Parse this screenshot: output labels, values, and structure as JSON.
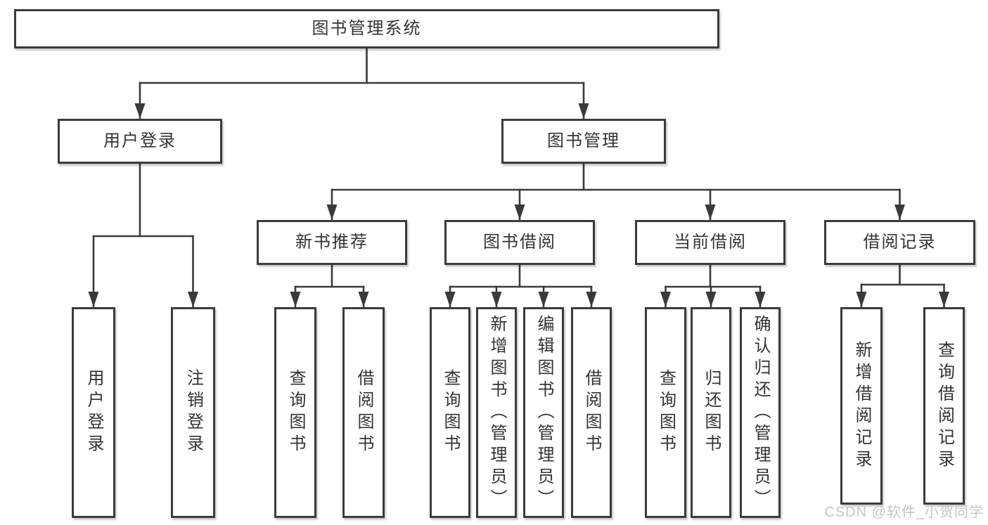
{
  "diagram": {
    "title": "图书管理系统",
    "type": "hierarchy-tree",
    "colors": {
      "line": "#3a3a3a",
      "border": "#3b3b3b",
      "text": "#333333",
      "background": "#ffffff",
      "watermark": "#c6c6c6"
    },
    "nodes": [
      {
        "id": "root",
        "label": "图书管理系统",
        "parent": null
      },
      {
        "id": "user-login",
        "label": "用户登录",
        "parent": "root"
      },
      {
        "id": "book-mgmt",
        "label": "图书管理",
        "parent": "root"
      },
      {
        "id": "login",
        "label": "用户登录",
        "parent": "user-login"
      },
      {
        "id": "logout",
        "label": "注销登录",
        "parent": "user-login"
      },
      {
        "id": "new-book",
        "label": "新书推荐",
        "parent": "book-mgmt"
      },
      {
        "id": "book-borrow",
        "label": "图书借阅",
        "parent": "book-mgmt"
      },
      {
        "id": "current-borrow",
        "label": "当前借阅",
        "parent": "book-mgmt"
      },
      {
        "id": "borrow-record",
        "label": "借阅记录",
        "parent": "book-mgmt"
      },
      {
        "id": "nb-query",
        "label": "查询图书",
        "parent": "new-book"
      },
      {
        "id": "nb-borrow",
        "label": "借阅图书",
        "parent": "new-book"
      },
      {
        "id": "bb-query",
        "label": "查询图书",
        "parent": "book-borrow"
      },
      {
        "id": "bb-add",
        "label": "新增图书（管理员）",
        "parent": "book-borrow"
      },
      {
        "id": "bb-edit",
        "label": "编辑图书（管理员）",
        "parent": "book-borrow"
      },
      {
        "id": "bb-borrow",
        "label": "借阅图书",
        "parent": "book-borrow"
      },
      {
        "id": "cb-query",
        "label": "查询图书",
        "parent": "current-borrow"
      },
      {
        "id": "cb-return",
        "label": "归还图书",
        "parent": "current-borrow"
      },
      {
        "id": "cb-confirm",
        "label": "确认归还（管理员）",
        "parent": "current-borrow"
      },
      {
        "id": "br-add",
        "label": "新增借阅记录",
        "parent": "borrow-record"
      },
      {
        "id": "br-query",
        "label": "查询借阅记录",
        "parent": "borrow-record"
      }
    ]
  },
  "watermark": {
    "text": "CSDN @软件_小贺同学"
  }
}
